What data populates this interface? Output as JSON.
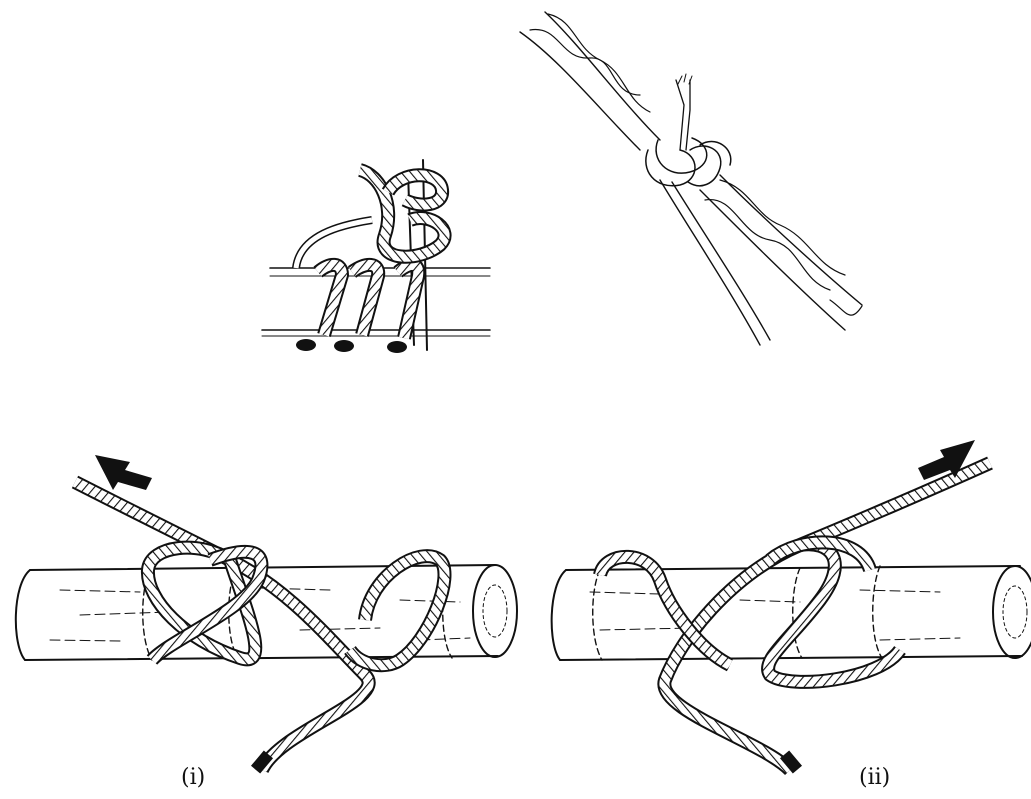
{
  "captions": {
    "figure_i": "(i)",
    "figure_ii": "(ii)"
  },
  "figures": [
    {
      "id": "half-hitch-on-bar"
    },
    {
      "id": "rolling-hitch-on-rope"
    },
    {
      "id": "timber-hitch-left"
    },
    {
      "id": "timber-hitch-right"
    }
  ],
  "colors": {
    "ink": "#111111",
    "paper": "#ffffff"
  }
}
